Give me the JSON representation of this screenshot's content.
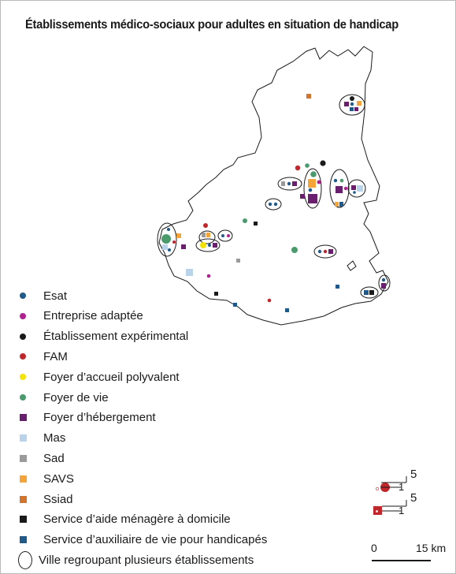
{
  "title": "Établissements médico-sociaux pour adultes en situation de handicap",
  "colors": {
    "esat": "#1f5a8a",
    "entreprise": "#b0208f",
    "experimental": "#1a1a1a",
    "fam": "#c0272d",
    "foyer_accueil": "#f4e200",
    "foyer_vie": "#4a9a6e",
    "foyer_hebergement": "#6a1f6e",
    "mas": "#b9d3ea",
    "sad": "#9a9a9a",
    "savs": "#f5a43a",
    "ssiad": "#cf7530",
    "menager": "#1a1a1a",
    "auxiliaire": "#1f5a8a"
  },
  "legend": [
    {
      "label": "Esat",
      "shape": "circle",
      "color": "#1f5a8a"
    },
    {
      "label": "Entreprise adaptée",
      "shape": "circle",
      "color": "#b0208f"
    },
    {
      "label": "Établissement expérimental",
      "shape": "circle",
      "color": "#1a1a1a"
    },
    {
      "label": "FAM",
      "shape": "circle",
      "color": "#c0272d"
    },
    {
      "label": "Foyer d’accueil polyvalent",
      "shape": "circle",
      "color": "#f4e200"
    },
    {
      "label": "Foyer de vie",
      "shape": "circle",
      "color": "#4a9a6e"
    },
    {
      "label": "Foyer d’hébergement",
      "shape": "square",
      "color": "#6a1f6e"
    },
    {
      "label": "Mas",
      "shape": "square",
      "color": "#b9d3ea"
    },
    {
      "label": "Sad",
      "shape": "square",
      "color": "#9a9a9a"
    },
    {
      "label": "SAVS",
      "shape": "square",
      "color": "#f5a43a"
    },
    {
      "label": "Ssiad",
      "shape": "square",
      "color": "#cf7530"
    },
    {
      "label": "Service d’aide ménagère à domicile",
      "shape": "square",
      "color": "#1a1a1a"
    },
    {
      "label": "Service d’auxiliaire de vie pour handicapés",
      "shape": "square",
      "color": "#1f5a8a"
    },
    {
      "label": "Ville regroupant plusieurs établissements",
      "shape": "ellipse",
      "color": "#222222"
    }
  ],
  "proportional": {
    "circle": {
      "max_label": "5",
      "min_label": "1"
    },
    "square": {
      "max_label": "5",
      "min_label": "1"
    }
  },
  "scale_bar": {
    "start_label": "0",
    "end_label": "15 km"
  }
}
